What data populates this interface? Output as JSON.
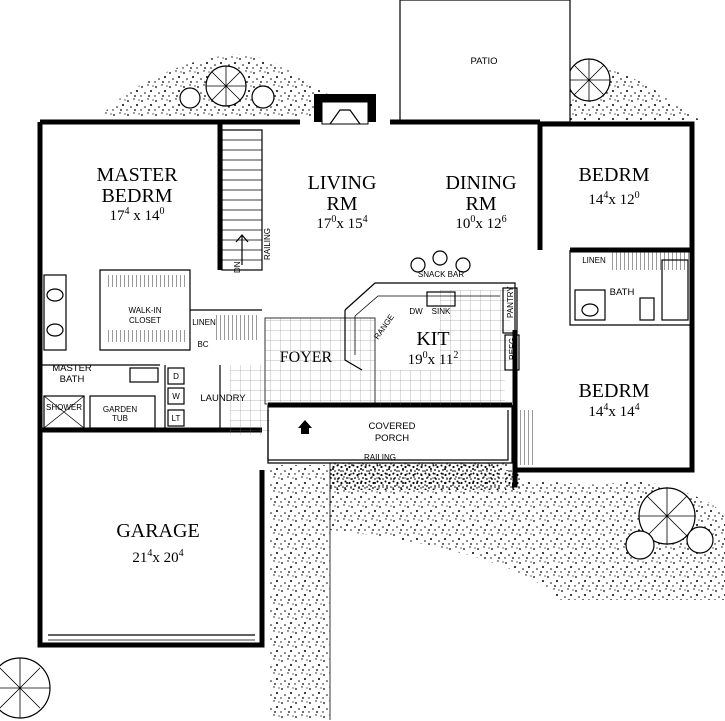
{
  "rooms": {
    "patio": {
      "label": "PATIO"
    },
    "master_bedroom": {
      "label_line1": "MASTER",
      "label_line2": "BEDRM",
      "dim_w": "17",
      "dim_w_sup": "4",
      "dim_sep": " x ",
      "dim_d": "14",
      "dim_d_sup": "0"
    },
    "living_room": {
      "label_line1": "LIVING",
      "label_line2": "RM",
      "dim_w": "17",
      "dim_w_sup": "0",
      "dim_sep": "x ",
      "dim_d": "15",
      "dim_d_sup": "4"
    },
    "dining_room": {
      "label_line1": "DINING",
      "label_line2": "RM",
      "dim_w": "10",
      "dim_w_sup": "0",
      "dim_sep": "x ",
      "dim_d": "12",
      "dim_d_sup": "6"
    },
    "bedroom_1": {
      "label": "BEDRM",
      "dim_w": "14",
      "dim_w_sup": "4",
      "dim_sep": "x ",
      "dim_d": "12",
      "dim_d_sup": "0"
    },
    "bedroom_2": {
      "label": "BEDRM",
      "dim_w": "14",
      "dim_w_sup": "4",
      "dim_sep": "x ",
      "dim_d": "14",
      "dim_d_sup": "4"
    },
    "kitchen": {
      "label": "KIT",
      "dim_w": "19",
      "dim_w_sup": "0",
      "dim_sep": "x ",
      "dim_d": "11",
      "dim_d_sup": "2"
    },
    "foyer": {
      "label": "FOYER"
    },
    "garage": {
      "label": "GARAGE",
      "dim_w": "21",
      "dim_w_sup": "4",
      "dim_sep": "x ",
      "dim_d": "20",
      "dim_d_sup": "4"
    },
    "covered_porch": {
      "label_line1": "COVERED",
      "label_line2": "PORCH"
    },
    "laundry": {
      "label": "LAUNDRY"
    },
    "master_bath": {
      "label_line1": "MASTER",
      "label_line2": "BATH"
    },
    "walk_in_closet": {
      "label_line1": "WALK-IN",
      "label_line2": "CLOSET"
    },
    "bath": {
      "label": "BATH"
    }
  },
  "fixtures": {
    "linen_master": "LINEN",
    "linen_bath": "LINEN",
    "bc": "BC",
    "shower": "SHOWER",
    "garden_tub_line1": "GARDEN",
    "garden_tub_line2": "TUB",
    "snack_bar": "SNACK BAR",
    "dw": "DW",
    "sink": "SINK",
    "range": "RANGE",
    "pantry": "PANTRY",
    "refg": "REFG",
    "railing_stair": "RAILING",
    "railing_porch": "RAILING",
    "dn": "DN",
    "washer": "W",
    "dryer": "D",
    "lt": "LT"
  }
}
